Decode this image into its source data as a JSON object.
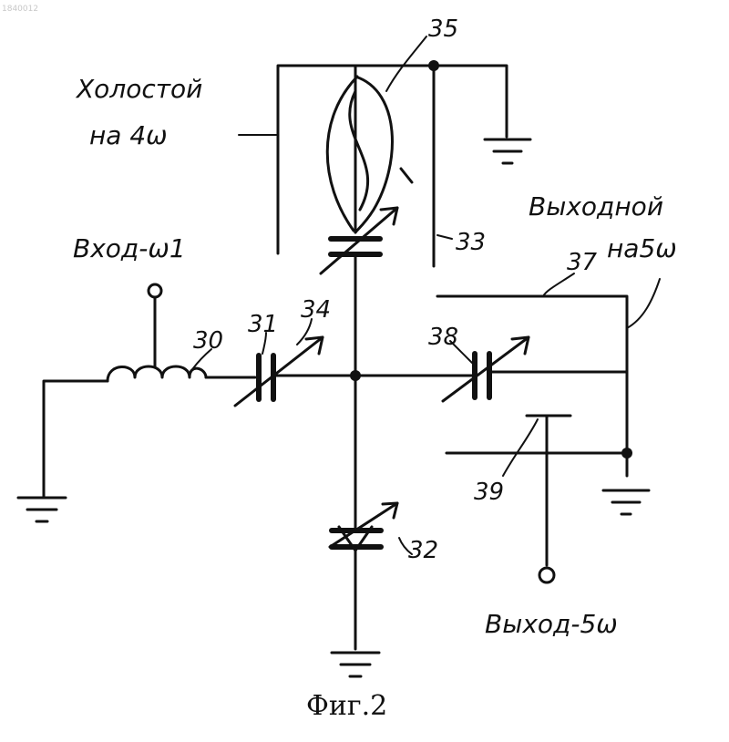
{
  "figure": {
    "doc_number": "1840012",
    "caption": "Фиг.2",
    "labels": {
      "idle_line": [
        "Холостой",
        "на 4ω"
      ],
      "input": "Вход-ω1",
      "output_line": [
        "Выходной",
        "на5ω"
      ],
      "output": "Выход-5ω"
    },
    "references": {
      "inductor": "30",
      "input_capacitor": "31",
      "varactor": "32",
      "idle_line": "33",
      "tuning_capacitor": "34",
      "idle_loop": "35",
      "output_line": "37",
      "output_capacitor": "38",
      "output_stub": "39"
    }
  }
}
